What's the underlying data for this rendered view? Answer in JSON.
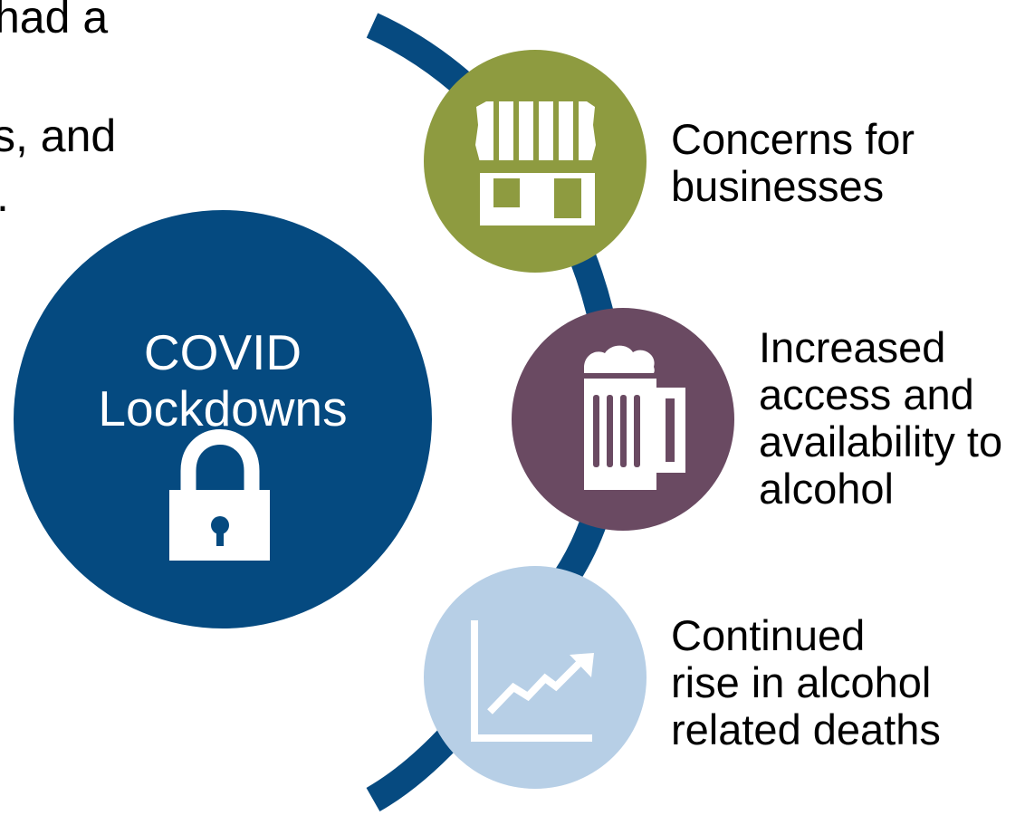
{
  "colors": {
    "arc": "#064a80",
    "main_circle": "#054a80",
    "businesses": "#8e9b40",
    "alcohol_access": "#6a4a62",
    "deaths": "#b7cfe6",
    "icon": "#ffffff"
  },
  "left_text_clipped": {
    "line1": "had a",
    "line2": "s, and",
    "line3": "."
  },
  "main": {
    "title_line1": "COVID",
    "title_line2": "Lockdowns",
    "icon": "lock-icon"
  },
  "steps": [
    {
      "icon": "storefront-icon",
      "lines": [
        "Concerns for",
        "businesses"
      ]
    },
    {
      "icon": "beer-mug-icon",
      "lines": [
        "Increased",
        "access and",
        "availability to",
        "alcohol"
      ]
    },
    {
      "icon": "rising-chart-icon",
      "lines": [
        "Continued",
        "rise in alcohol",
        "related deaths"
      ]
    }
  ]
}
